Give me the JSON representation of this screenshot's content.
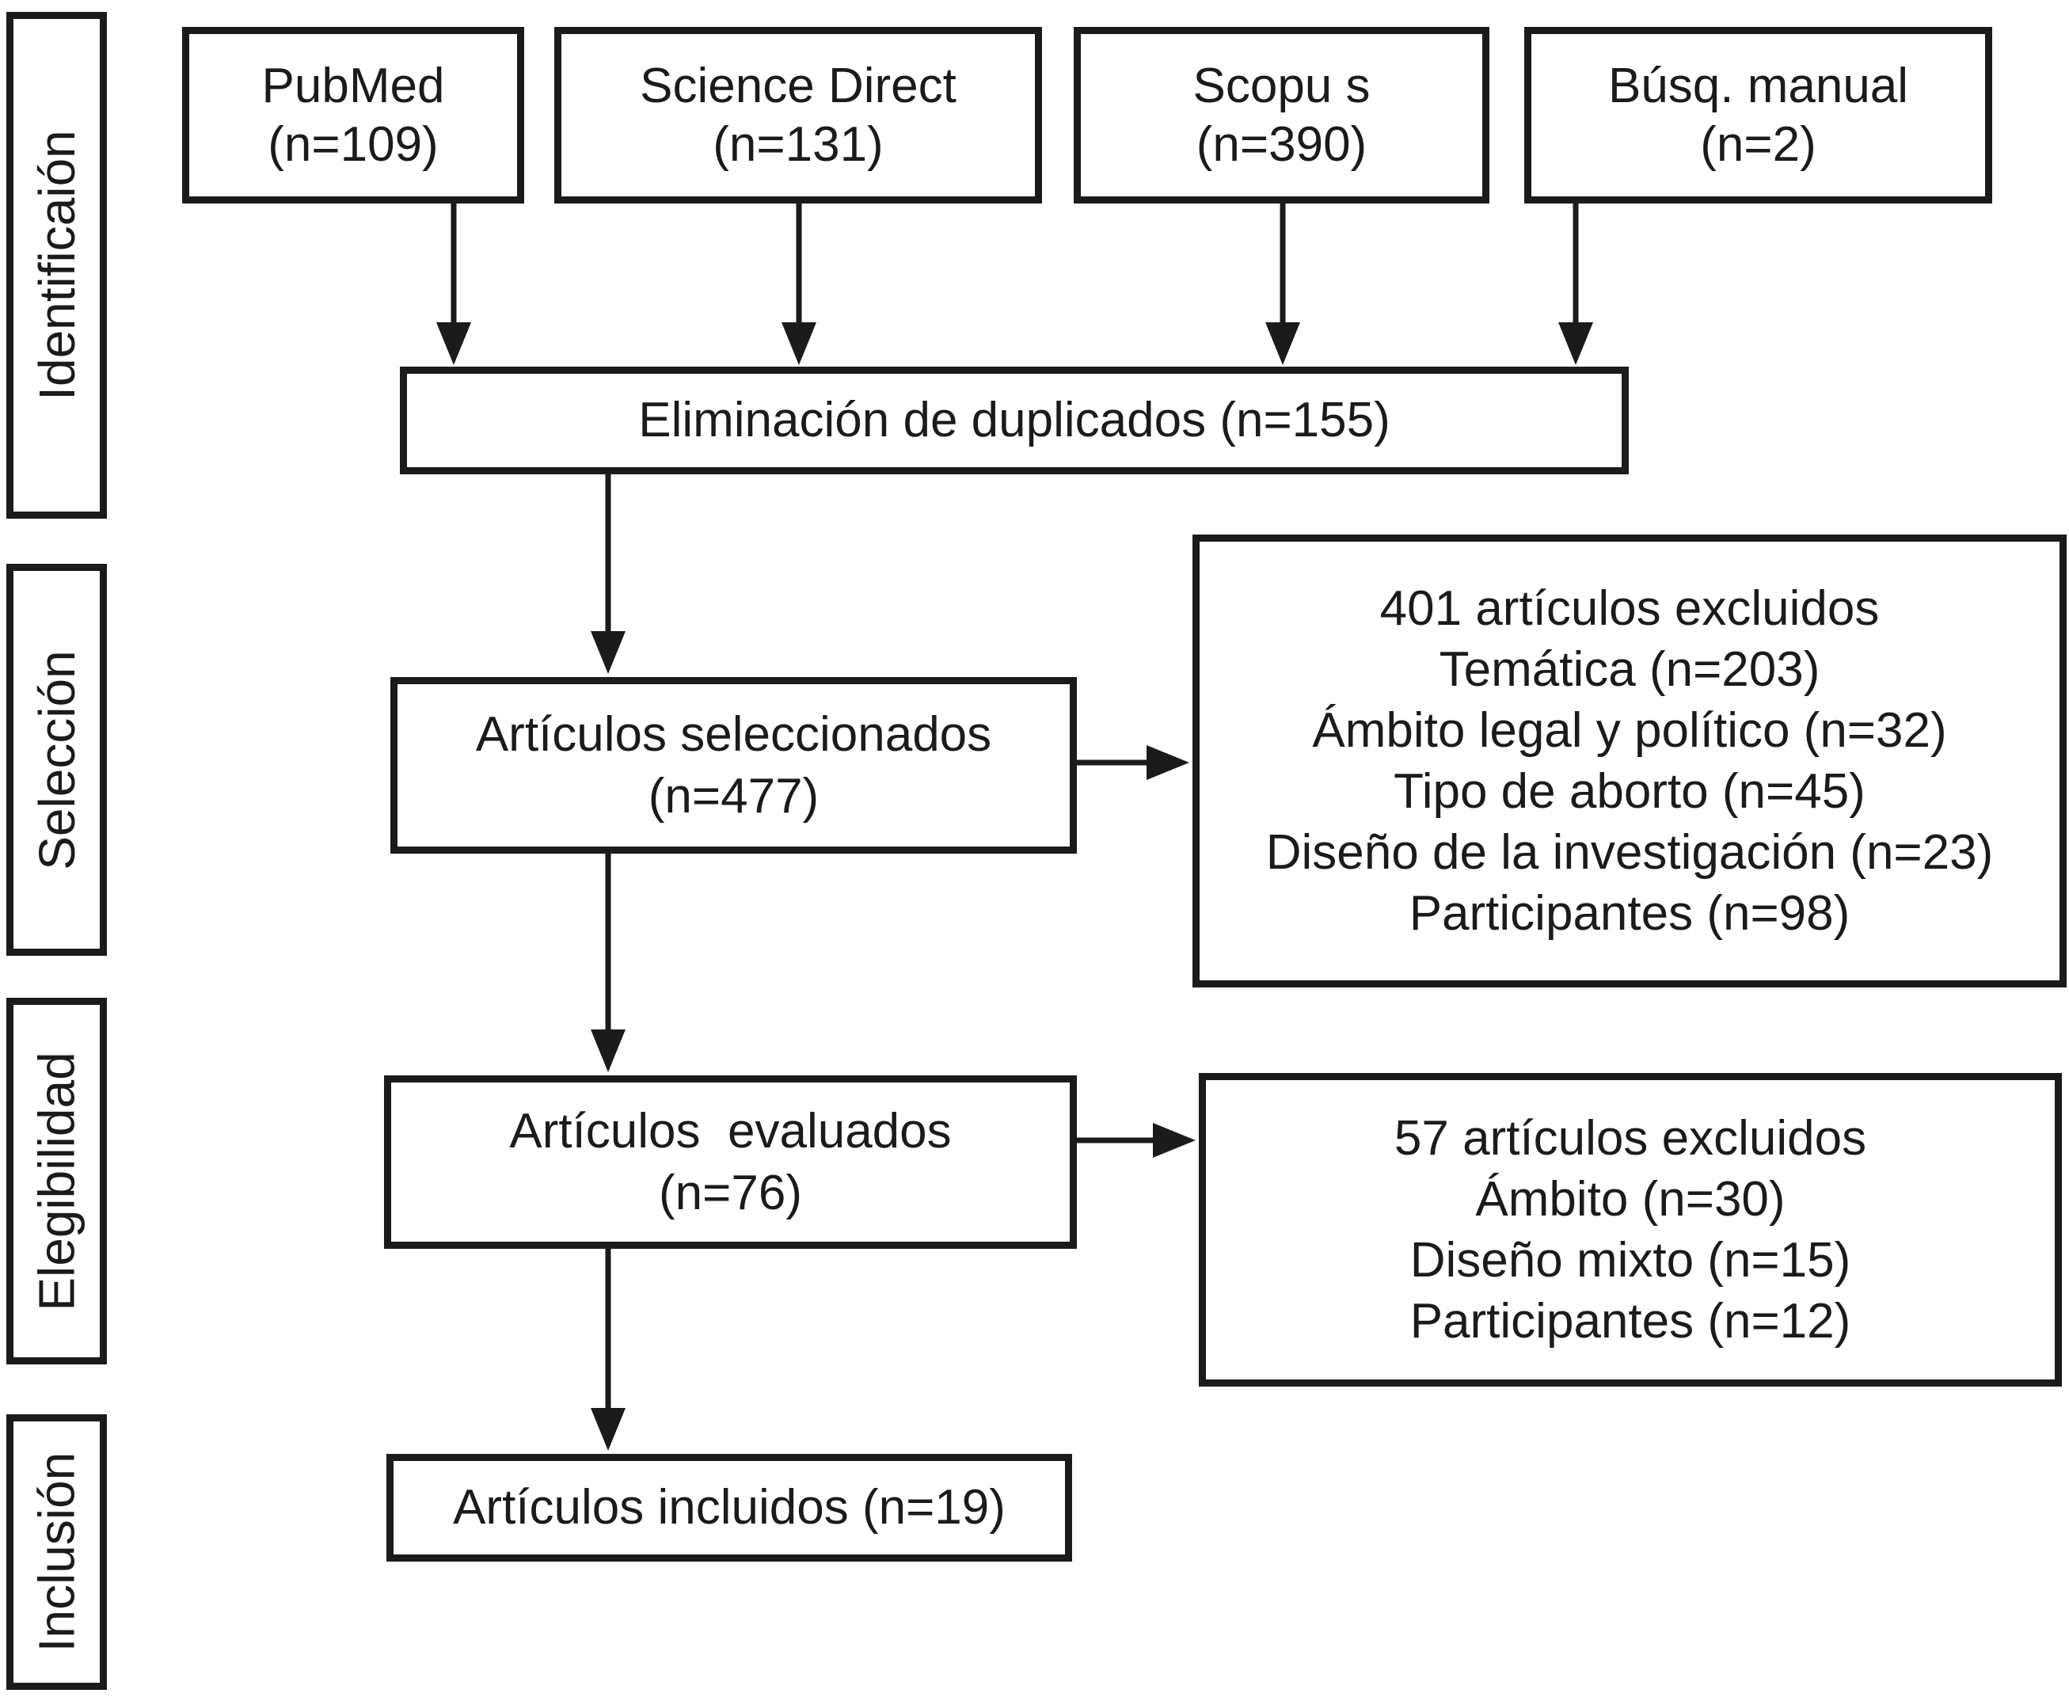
{
  "stages": [
    {
      "label": "Identificaión"
    },
    {
      "label": "Selección"
    },
    {
      "label": "Elegibilidad"
    },
    {
      "label": "Inclusión"
    }
  ],
  "sources": [
    {
      "name": "PubMed",
      "count": "(n=109)"
    },
    {
      "name": "Science Direct",
      "count": "(n=131)"
    },
    {
      "name": "Scopu s",
      "count": "(n=390)"
    },
    {
      "name": "Búsq. manual",
      "count": "(n=2)"
    }
  ],
  "dedup": {
    "label": "Eliminación de duplicados (n=155)"
  },
  "selected": {
    "name": "Artículos seleccionados",
    "count": "(n=477)"
  },
  "excluded_selection": {
    "lines": [
      "401 artículos excluidos",
      "Temática (n=203)",
      "Ámbito legal y político (n=32)",
      "Tipo de aborto (n=45)",
      "Diseño de la investigación (n=23)",
      "Participantes (n=98)"
    ]
  },
  "evaluated": {
    "name": "Artículos  evaluados",
    "count": "(n=76)"
  },
  "excluded_eligibility": {
    "lines": [
      "57 artículos excluidos",
      "Ámbito (n=30)",
      "Diseño mixto (n=15)",
      "Participantes (n=12)"
    ]
  },
  "included": {
    "label": "Artículos incluidos (n=19)"
  },
  "colors": {
    "ink": "#1b1b1b",
    "background": "#ffffff"
  }
}
